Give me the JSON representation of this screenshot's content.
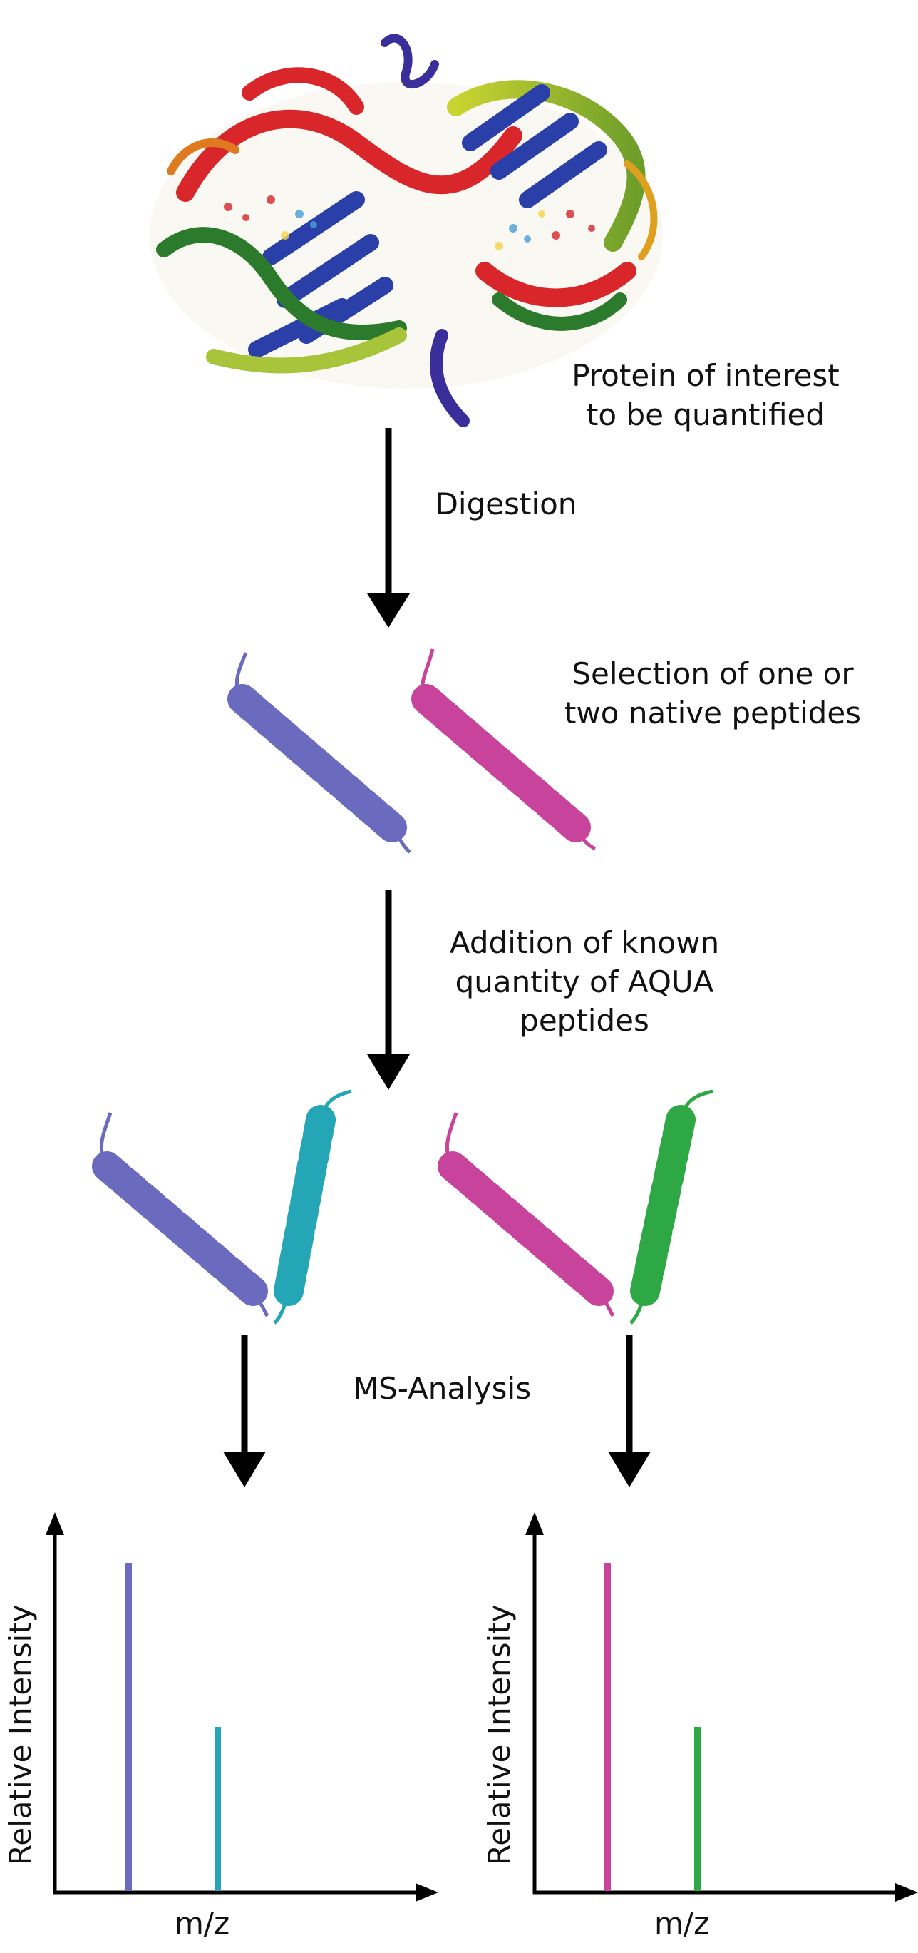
{
  "labels": {
    "protein": [
      "Protein of interest",
      "to be quantified"
    ],
    "digestion": "Digestion",
    "selection": [
      "Selection of one or",
      "two native peptides"
    ],
    "addition": [
      "Addition of known",
      "quantity of AQUA",
      "peptides"
    ],
    "ms_analysis": "MS-Analysis"
  },
  "colors": {
    "native_blue": "#6A6ABF",
    "native_pink": "#C8449C",
    "aqua_cyan": "#25A6B6",
    "aqua_green": "#2EA845",
    "arrow": "#000000"
  },
  "chart_data": [
    {
      "type": "bar",
      "xlabel": "m/z",
      "ylabel": "Relative Intensity",
      "series": [
        {
          "color": "#6A6ABF",
          "x": 1,
          "value": 1.0
        },
        {
          "color": "#25A6B6",
          "x": 2,
          "value": 0.5
        }
      ]
    },
    {
      "type": "bar",
      "xlabel": "m/z",
      "ylabel": "Relative Intensity",
      "series": [
        {
          "color": "#C8449C",
          "x": 1,
          "value": 1.0
        },
        {
          "color": "#2EA845",
          "x": 2,
          "value": 0.5
        }
      ]
    }
  ]
}
